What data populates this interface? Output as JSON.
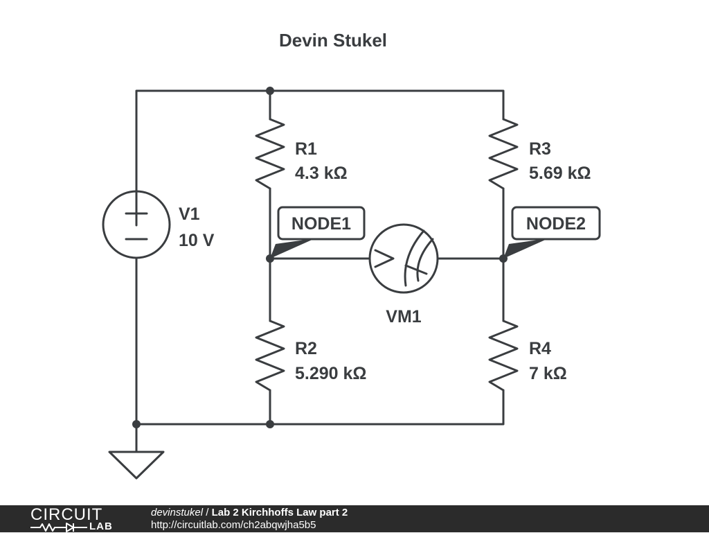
{
  "title": "Devin Stukel",
  "components": {
    "v1": {
      "name": "V1",
      "value": "10 V"
    },
    "r1": {
      "name": "R1",
      "value": "4.3 kΩ"
    },
    "r2": {
      "name": "R2",
      "value": "5.290 kΩ"
    },
    "r3": {
      "name": "R3",
      "value": "5.69 kΩ"
    },
    "r4": {
      "name": "R4",
      "value": "7 kΩ"
    },
    "vm1": {
      "name": "VM1"
    }
  },
  "nodes": {
    "node1": "NODE1",
    "node2": "NODE2"
  },
  "footer": {
    "logo_top": "CIRCUIT",
    "logo_bottom": "LAB",
    "author": "devinstukel",
    "separator": " / ",
    "project": "Lab 2 Kirchhoffs Law part 2",
    "url": "http://circuitlab.com/ch2abqwjha5b5"
  },
  "colors": {
    "wire": "#3a3d40",
    "footer_bg": "#2b2b2b",
    "background": "#ffffff"
  }
}
